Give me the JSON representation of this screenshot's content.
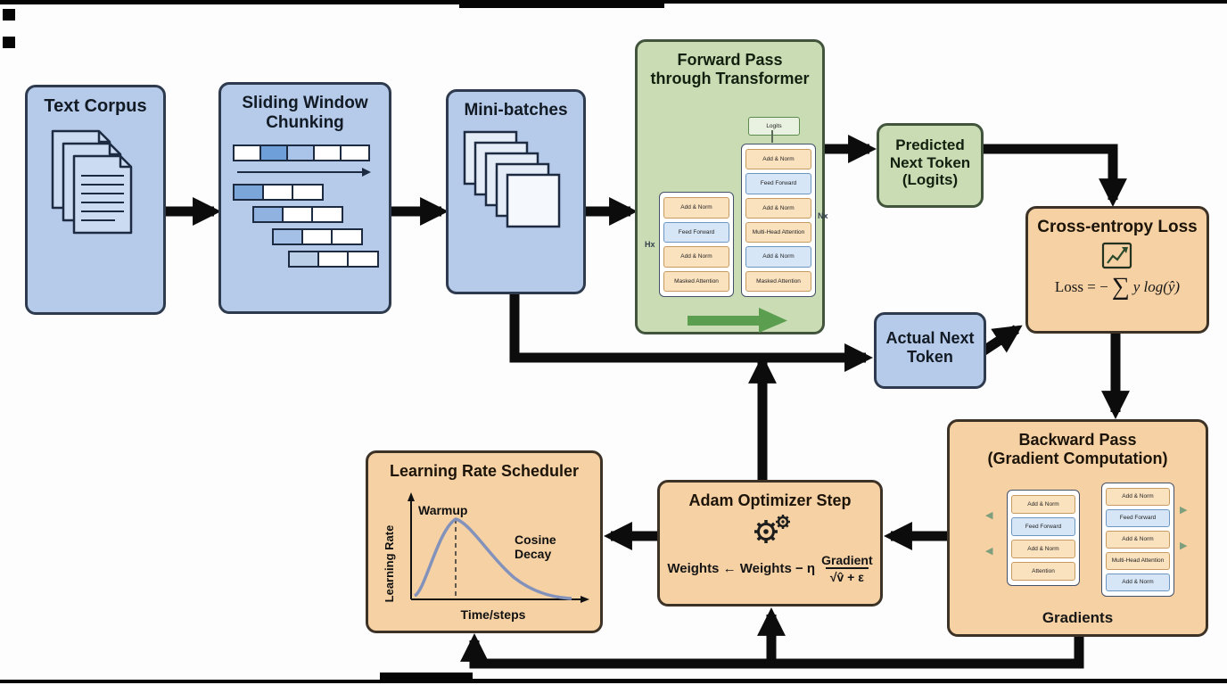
{
  "nodes": {
    "text_corpus": {
      "label": "Text Corpus"
    },
    "sliding_window": {
      "label": "Sliding Window Chunking"
    },
    "mini_batches": {
      "label": "Mini-batches"
    },
    "forward_pass": {
      "title1": "Forward Pass",
      "title2": "through Transformer",
      "logits": "Logits",
      "hx": "Hx",
      "nx": "Nx",
      "left_blocks": [
        "Add & Norm",
        "Feed Forward",
        "Add & Norm",
        "Masked Attention"
      ],
      "right_blocks": [
        "Add & Norm",
        "Feed Forward",
        "Add & Norm",
        "Multi-Head Attention",
        "Add & Norm",
        "Masked Attention"
      ]
    },
    "predicted_token": {
      "label": "Predicted Next Token (Logits)"
    },
    "cross_entropy": {
      "label": "Cross-entropy Loss",
      "formula_pre": "Loss = −",
      "formula_sum": "∑",
      "formula_post": "y log(ŷ)"
    },
    "actual_token": {
      "label": "Actual Next Token"
    },
    "backward_pass": {
      "title1": "Backward Pass",
      "title2": "(Gradient Computation)",
      "gradients_label": "Gradients",
      "left_blocks": [
        "Add & Norm",
        "Feed Forward",
        "Add & Norm",
        "Attention"
      ],
      "right_blocks": [
        "Add & Norm",
        "Feed Forward",
        "Add & Norm",
        "Multi-Head Attention",
        "Add & Norm"
      ]
    },
    "adam": {
      "label": "Adam Optimizer Step",
      "formula_pre": "Weights ← Weights − η",
      "frac_num": "Gradient",
      "frac_den": "√v̂ + ε"
    },
    "lr_scheduler": {
      "label": "Learning Rate Scheduler",
      "warmup": "Warmup",
      "cosine_line1": "Cosine",
      "cosine_line2": "Decay",
      "ylabel": "Learning Rate",
      "xlabel": "Time/steps"
    }
  },
  "colors": {
    "blue_fill": "#b6cbea",
    "green_fill": "#c9dcb4",
    "orange_fill": "#f6d1a4",
    "node_border": "#2e3a4e",
    "arrow": "#0c0c0c",
    "forward_arrow_green": "#5b9e50",
    "lr_curve": "#8392ba"
  }
}
